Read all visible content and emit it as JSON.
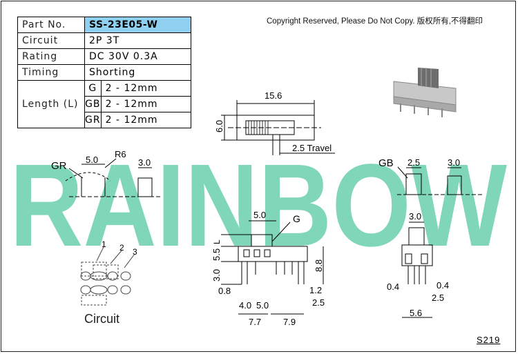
{
  "spec_table": {
    "part_no": {
      "label": "Part No.",
      "value": "SS-23E05-W"
    },
    "circuit": {
      "label": "Circuit",
      "value": "2P 3T"
    },
    "rating": {
      "label": "Rating",
      "value": "DC 30V 0.3A"
    },
    "timing": {
      "label": "Timing",
      "value": "Shorting"
    },
    "length": {
      "label": "Length (L)",
      "rows": [
        {
          "type": "G",
          "range": "2 - 12mm"
        },
        {
          "type": "GB",
          "range": "2 - 12mm"
        },
        {
          "type": "GR",
          "range": "2 - 12mm"
        }
      ]
    }
  },
  "copyright": "Copyright Reserved, Please Do Not Copy. 版权所有,不得翻印",
  "watermark": "RAINBOW",
  "top_view": {
    "width": "15.6",
    "height": "6.0",
    "travel": "2.5 Travel"
  },
  "gr_detail": {
    "label": "GR",
    "width": "5.0",
    "radius": "R6",
    "side": "3.0"
  },
  "gb_detail": {
    "label": "GB",
    "width": "2.5",
    "side": "3.0"
  },
  "front_view": {
    "label": "G",
    "actuator": "5.0",
    "l_label": "L",
    "h1": "5.5",
    "h2": "3.0",
    "total_h": "8.8",
    "pin_w": "0.8",
    "pin_t": "1.2",
    "pitch_a": "4.0",
    "pitch_b": "5.0",
    "pitch_c": "2.5",
    "span_l": "7.7",
    "span_r": "7.9"
  },
  "side_view": {
    "top": "3.0",
    "pin_l": "0.4",
    "pin_r": "0.4",
    "pitch": "2.5",
    "width": "5.6"
  },
  "circuit_diagram": {
    "pins": [
      "1",
      "2",
      "3"
    ],
    "label": "Circuit"
  },
  "footer_code": "S219",
  "colors": {
    "watermark": "#7fd6b9",
    "highlight": "#8fd0f0"
  }
}
